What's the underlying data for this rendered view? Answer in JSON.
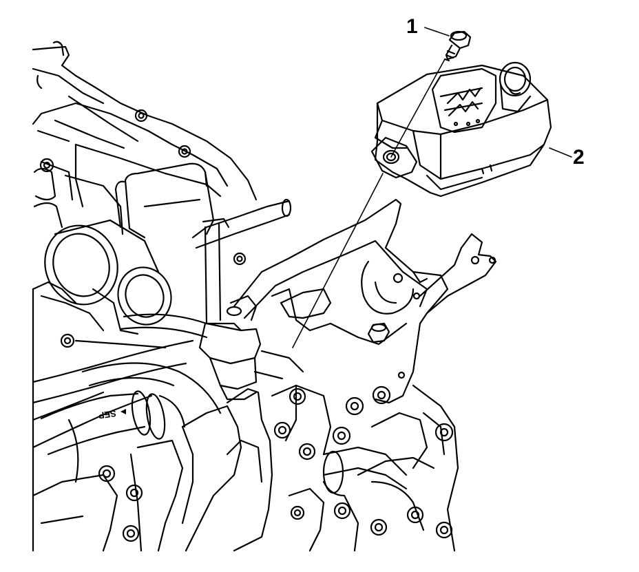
{
  "callouts": [
    {
      "label": "1"
    },
    {
      "label": "2"
    }
  ],
  "hose_marking": "SEP",
  "colors": {
    "line": "#000000",
    "background": "#ffffff"
  }
}
